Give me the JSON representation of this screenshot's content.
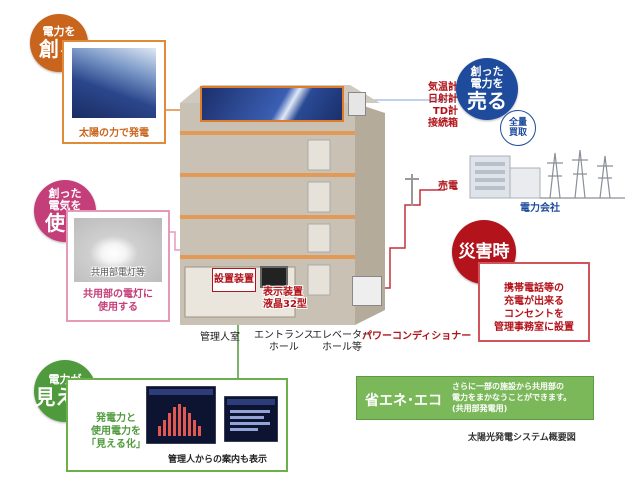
{
  "create": {
    "circle_top": "電力を",
    "circle_main": "創る",
    "caption": "太陽の力で発電",
    "color": "#c9641c"
  },
  "sell": {
    "circle_top": "創った",
    "circle_mid": "電力を",
    "circle_main": "売る",
    "badge_line1": "全量",
    "badge_line2": "買取",
    "color": "#1f4b9c"
  },
  "use": {
    "circle_top": "創った",
    "circle_mid": "電気を",
    "circle_main": "使う",
    "photo_label": "共用部電灯等",
    "caption_line1": "共用部の電灯に",
    "caption_line2": "使用する",
    "color": "#c43e7a"
  },
  "disaster": {
    "circle_main": "災害時",
    "line1": "携帯電話等の",
    "line2": "充電が出来る",
    "line3": "コンセントを",
    "line4": "管理事務室に設置",
    "color": "#b3141c"
  },
  "visible": {
    "circle_top": "電力が",
    "circle_main": "見える",
    "caption_line1": "発電力と",
    "caption_line2": "使用電力を",
    "caption_line3": "「見える化」",
    "screen_note": "管理人からの案内も表示",
    "color": "#4f9a3c"
  },
  "labels": {
    "sensors_1": "気温計",
    "sensors_2": "日射計",
    "sensors_3": "TD計",
    "sensors_4": "接続箱",
    "baiden": "売電",
    "power_company": "電力会社",
    "setsubi": "設置装置",
    "display_1": "表示装置",
    "display_2": "液晶32型",
    "kanrinin": "管理人室",
    "entrance_1": "エントランス",
    "entrance_2": "ホール",
    "elevator_1": "エレベーター",
    "elevator_2": "ホール等",
    "power_conditioner": "パワーコンディショナー"
  },
  "eco": {
    "title": "省エネ･エコ",
    "text_line1": "さらに一部の施設から共用部の",
    "text_line2": "電力をまかなうことができます。",
    "text_line3": "(共用部発電用)",
    "color": "#6cb04a"
  },
  "footer": {
    "title": "太陽光発電システム概要図"
  }
}
